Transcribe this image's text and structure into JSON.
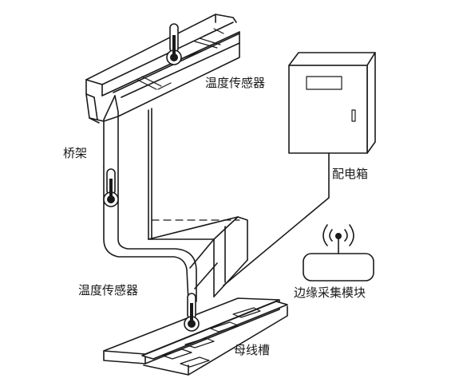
{
  "labels": {
    "bridge": "桥架",
    "temp_sensor_top": "温度传感器",
    "temp_sensor_bottom": "温度传感器",
    "distribution_box": "配电箱",
    "edge_module": "边缘采集模块",
    "busbar_trench": "母线槽"
  },
  "icons": {
    "thermometer": "thermometer-icon",
    "wireless": "wireless-signal-icon"
  }
}
